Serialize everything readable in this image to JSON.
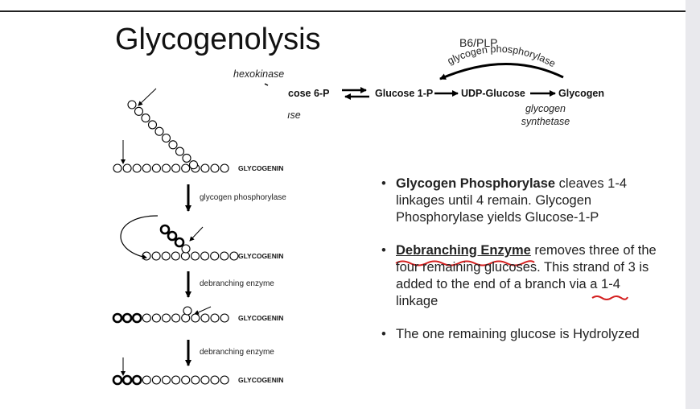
{
  "slide": {
    "title": "Glycogenolysis"
  },
  "pathway": {
    "cofactor": "B6/PLP",
    "arc_enzyme": "glycogen phosphorylase",
    "left_enzyme_top": "hexokinase",
    "left_enzyme_bottom_fragment": "ıse",
    "node_g6p": "cose 6-P",
    "node_g1p": "Glucose 1-P",
    "node_udpg": "UDP-Glucose",
    "node_glycogen": "Glycogen",
    "synthetase_line1": "glycogen",
    "synthetase_line2": "synthetase"
  },
  "diagram": {
    "primer_label": "GLYCOGENIN",
    "step1_enzyme": "glycogen phosphorylase",
    "step2_enzyme": "debranching enzyme",
    "step3_enzyme": "debranching enzyme"
  },
  "bullets": [
    {
      "bold": "Glycogen Phosphorylase",
      "text": " cleaves 1-4 linkages until 4 remain. Glycogen Phosphorylase yields Glucose-1-P"
    },
    {
      "bold": "Debranching Enzyme",
      "text_before": " removes three of the four remaining glucoses.  This strand of 3 is added to the end of a branch via ",
      "highlight": "a 1-4",
      "text_after": " linkage"
    },
    {
      "text": "The one remaining glucose is Hydrolyzed"
    }
  ],
  "colors": {
    "annotation_red": "#d42020",
    "background": "#ffffff",
    "text": "#222222"
  }
}
